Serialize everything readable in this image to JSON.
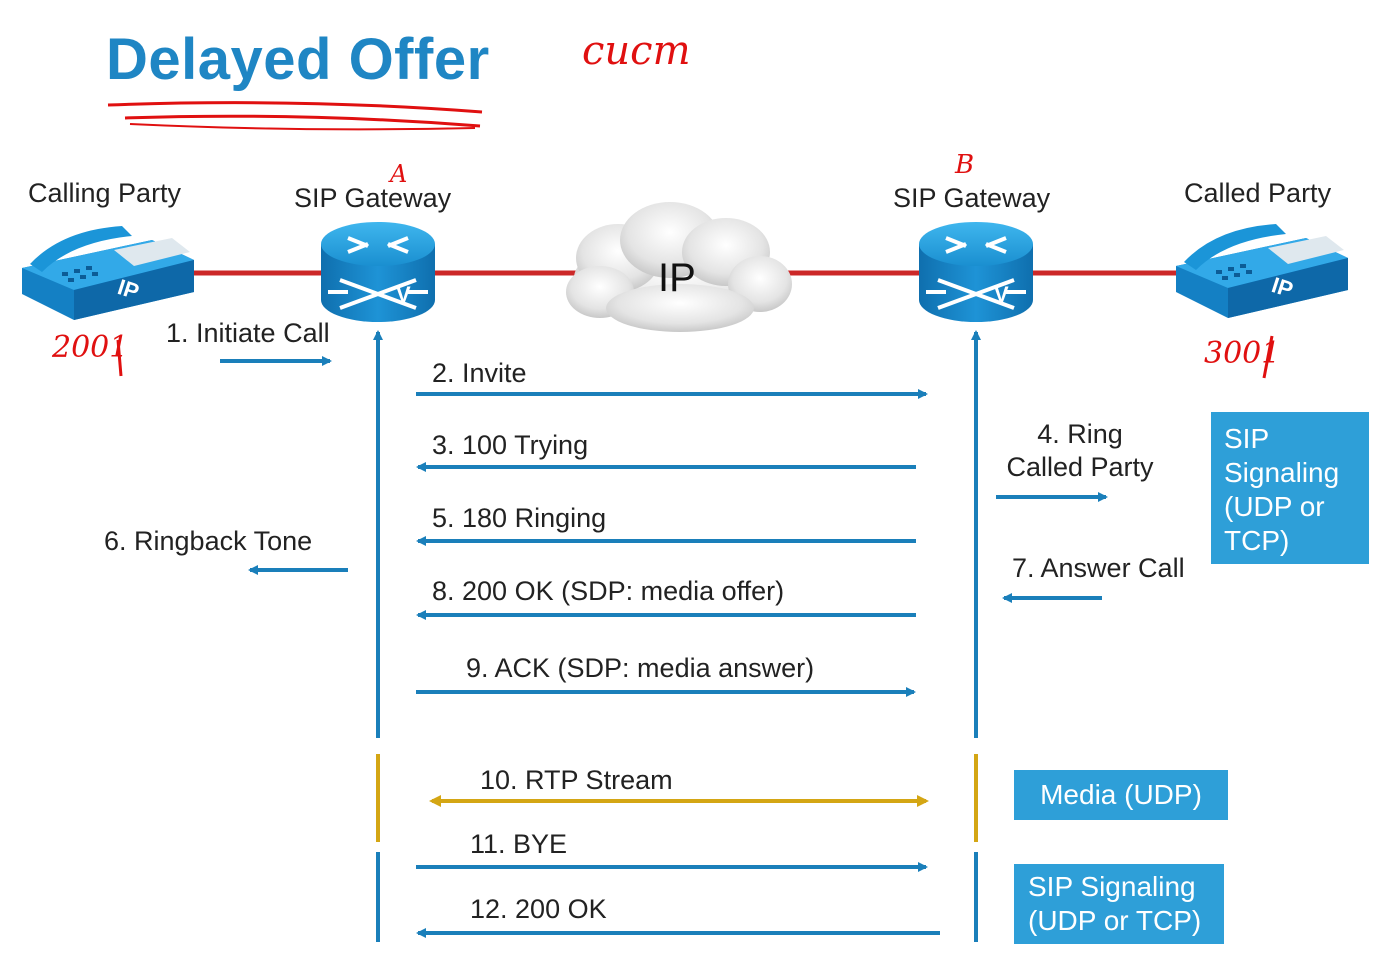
{
  "title": "Delayed Offer",
  "annotations": {
    "cucm": "cucm",
    "gateway_a": "A",
    "gateway_b": "B",
    "calling_ext": "2001",
    "called_ext": "3001"
  },
  "nodes": {
    "calling_party": "Calling Party",
    "sip_gateway_a": "SIP Gateway",
    "cloud": "IP",
    "sip_gateway_b": "SIP Gateway",
    "called_party": "Called Party"
  },
  "messages": [
    {
      "id": "m1",
      "text": "1. Initiate Call"
    },
    {
      "id": "m2",
      "text": "2. Invite"
    },
    {
      "id": "m3",
      "text": "3. 100 Trying"
    },
    {
      "id": "m4",
      "text": "4. Ring Called Party"
    },
    {
      "id": "m5",
      "text": "5. 180 Ringing"
    },
    {
      "id": "m6",
      "text": "6. Ringback Tone"
    },
    {
      "id": "m7",
      "text": "7. Answer Call"
    },
    {
      "id": "m8",
      "text": "8. 200 OK (SDP: media offer)"
    },
    {
      "id": "m9",
      "text": "9. ACK (SDP: media answer)"
    },
    {
      "id": "m10",
      "text": "10. RTP Stream"
    },
    {
      "id": "m11",
      "text": "11. BYE"
    },
    {
      "id": "m12",
      "text": "12. 200 OK"
    }
  ],
  "legend": {
    "sip_signaling_top": "SIP Signaling (UDP or TCP)",
    "media": "Media (UDP)",
    "sip_signaling_bottom": "SIP Signaling (UDP or TCP)"
  },
  "colors": {
    "signal_blue": "#1a7fba",
    "media_gold": "#d4a614",
    "link_red": "#cc2828",
    "title_blue": "#1f86c4",
    "box_blue": "#2e9fd8",
    "annotation_red": "#e01010"
  },
  "icons": {
    "phone": "ip-phone-icon",
    "router": "voice-router-icon",
    "cloud": "ip-cloud-icon"
  }
}
